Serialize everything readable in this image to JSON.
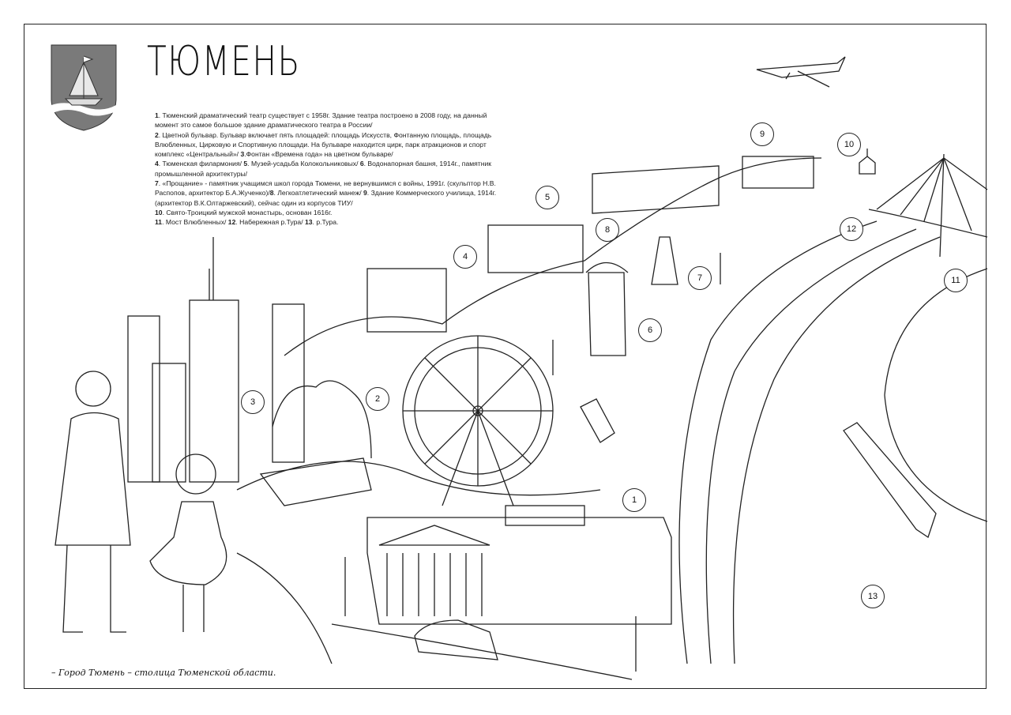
{
  "title": "ТЮМЕНЬ",
  "legend": [
    {
      "n": "1",
      "text": ". Тюменский драматический театр существует с 1958г. Здание театра  построено в 2008 году, на данный момент это самое большое здание драматического театра  в России/"
    },
    {
      "n": "2",
      "text": ". Цветной бульвар. Бульвар включает пять площадей: площадь Искусств, Фонтанную площадь, площадь Влюбленных, Цирковую и Спортивную площади. На бульваре находится цирк, парк атракционов и спорт комплекс «Центральный»/ "
    },
    {
      "n": "3",
      "text": ".Фонтан «Времена года» на цветном бульваре/"
    },
    {
      "n": "4",
      "text": ". Тюменская филармония/ "
    },
    {
      "n": "5",
      "text": ". Музей-усадьба Колокольниковых/ "
    },
    {
      "n": "6",
      "text": ". Водонапорная башня, 1914г., памятник промышленной архитектуры/ "
    },
    {
      "n": "7",
      "text": ". «Прощание» - памятник учащимся школ города Тюмени, не вернувшимся с войны, 1991г. (скульптор Н.В. Распопов, архитектор Б.А.Жученко)/"
    },
    {
      "n": "8",
      "text": ". Легкоатлетический манеж/ "
    },
    {
      "n": "9",
      "text": ". Здание Коммерческого училища, 1914г.(архитектор В.К.Олтаржевский), сейчас один из корпусов ТИУ/ "
    },
    {
      "n": "10",
      "text": ". Свято-Троицкий мужской монастырь, основан 1616г."
    },
    {
      "n": "11",
      "text": ". Мост Влюбленных/ "
    },
    {
      "n": "12",
      "text": ". Набережная р.Тура/ "
    },
    {
      "n": "13",
      "text": ". р.Тура."
    }
  ],
  "callouts": [
    "1",
    "2",
    "3",
    "4",
    "5",
    "6",
    "7",
    "8",
    "9",
    "10",
    "11",
    "12",
    "13"
  ],
  "caption": "– Город Тюмень – столица Тюменской области."
}
